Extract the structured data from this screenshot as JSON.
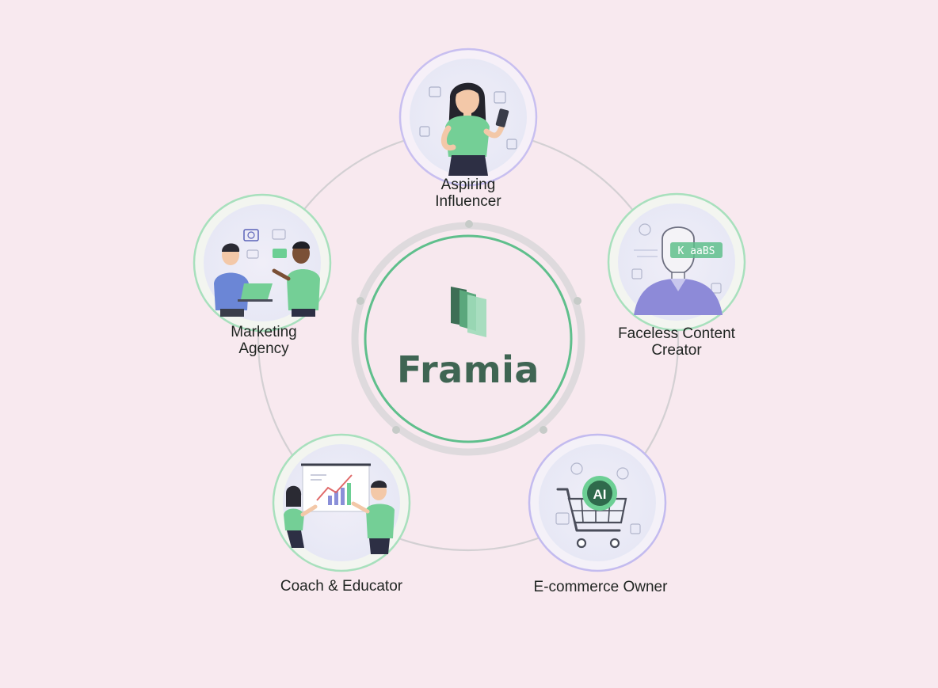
{
  "center": {
    "brand_name": "Framia",
    "logo_icon": "framia-logo-icon"
  },
  "colors": {
    "background": "#f8e9ef",
    "ring": "#cfcfcf",
    "center_ring": "#5fbf8c",
    "green_accent": "#6ccf94",
    "purple_accent": "#b9b1e6",
    "brand_text": "#3f6553"
  },
  "personas": [
    {
      "label": "Aspiring\nInfluencer",
      "icon": "influencer-woman-phone-icon"
    },
    {
      "label": "Faceless Content\nCreator",
      "icon": "faceless-creator-icon",
      "badge_text": "K aaBS"
    },
    {
      "label": "E-commerce Owner",
      "icon": "shopping-cart-ai-icon",
      "badge_text": "AI"
    },
    {
      "label": "Coach & Educator",
      "icon": "presentation-chart-icon"
    },
    {
      "label": "Marketing\nAgency",
      "icon": "team-laptop-icon"
    }
  ]
}
